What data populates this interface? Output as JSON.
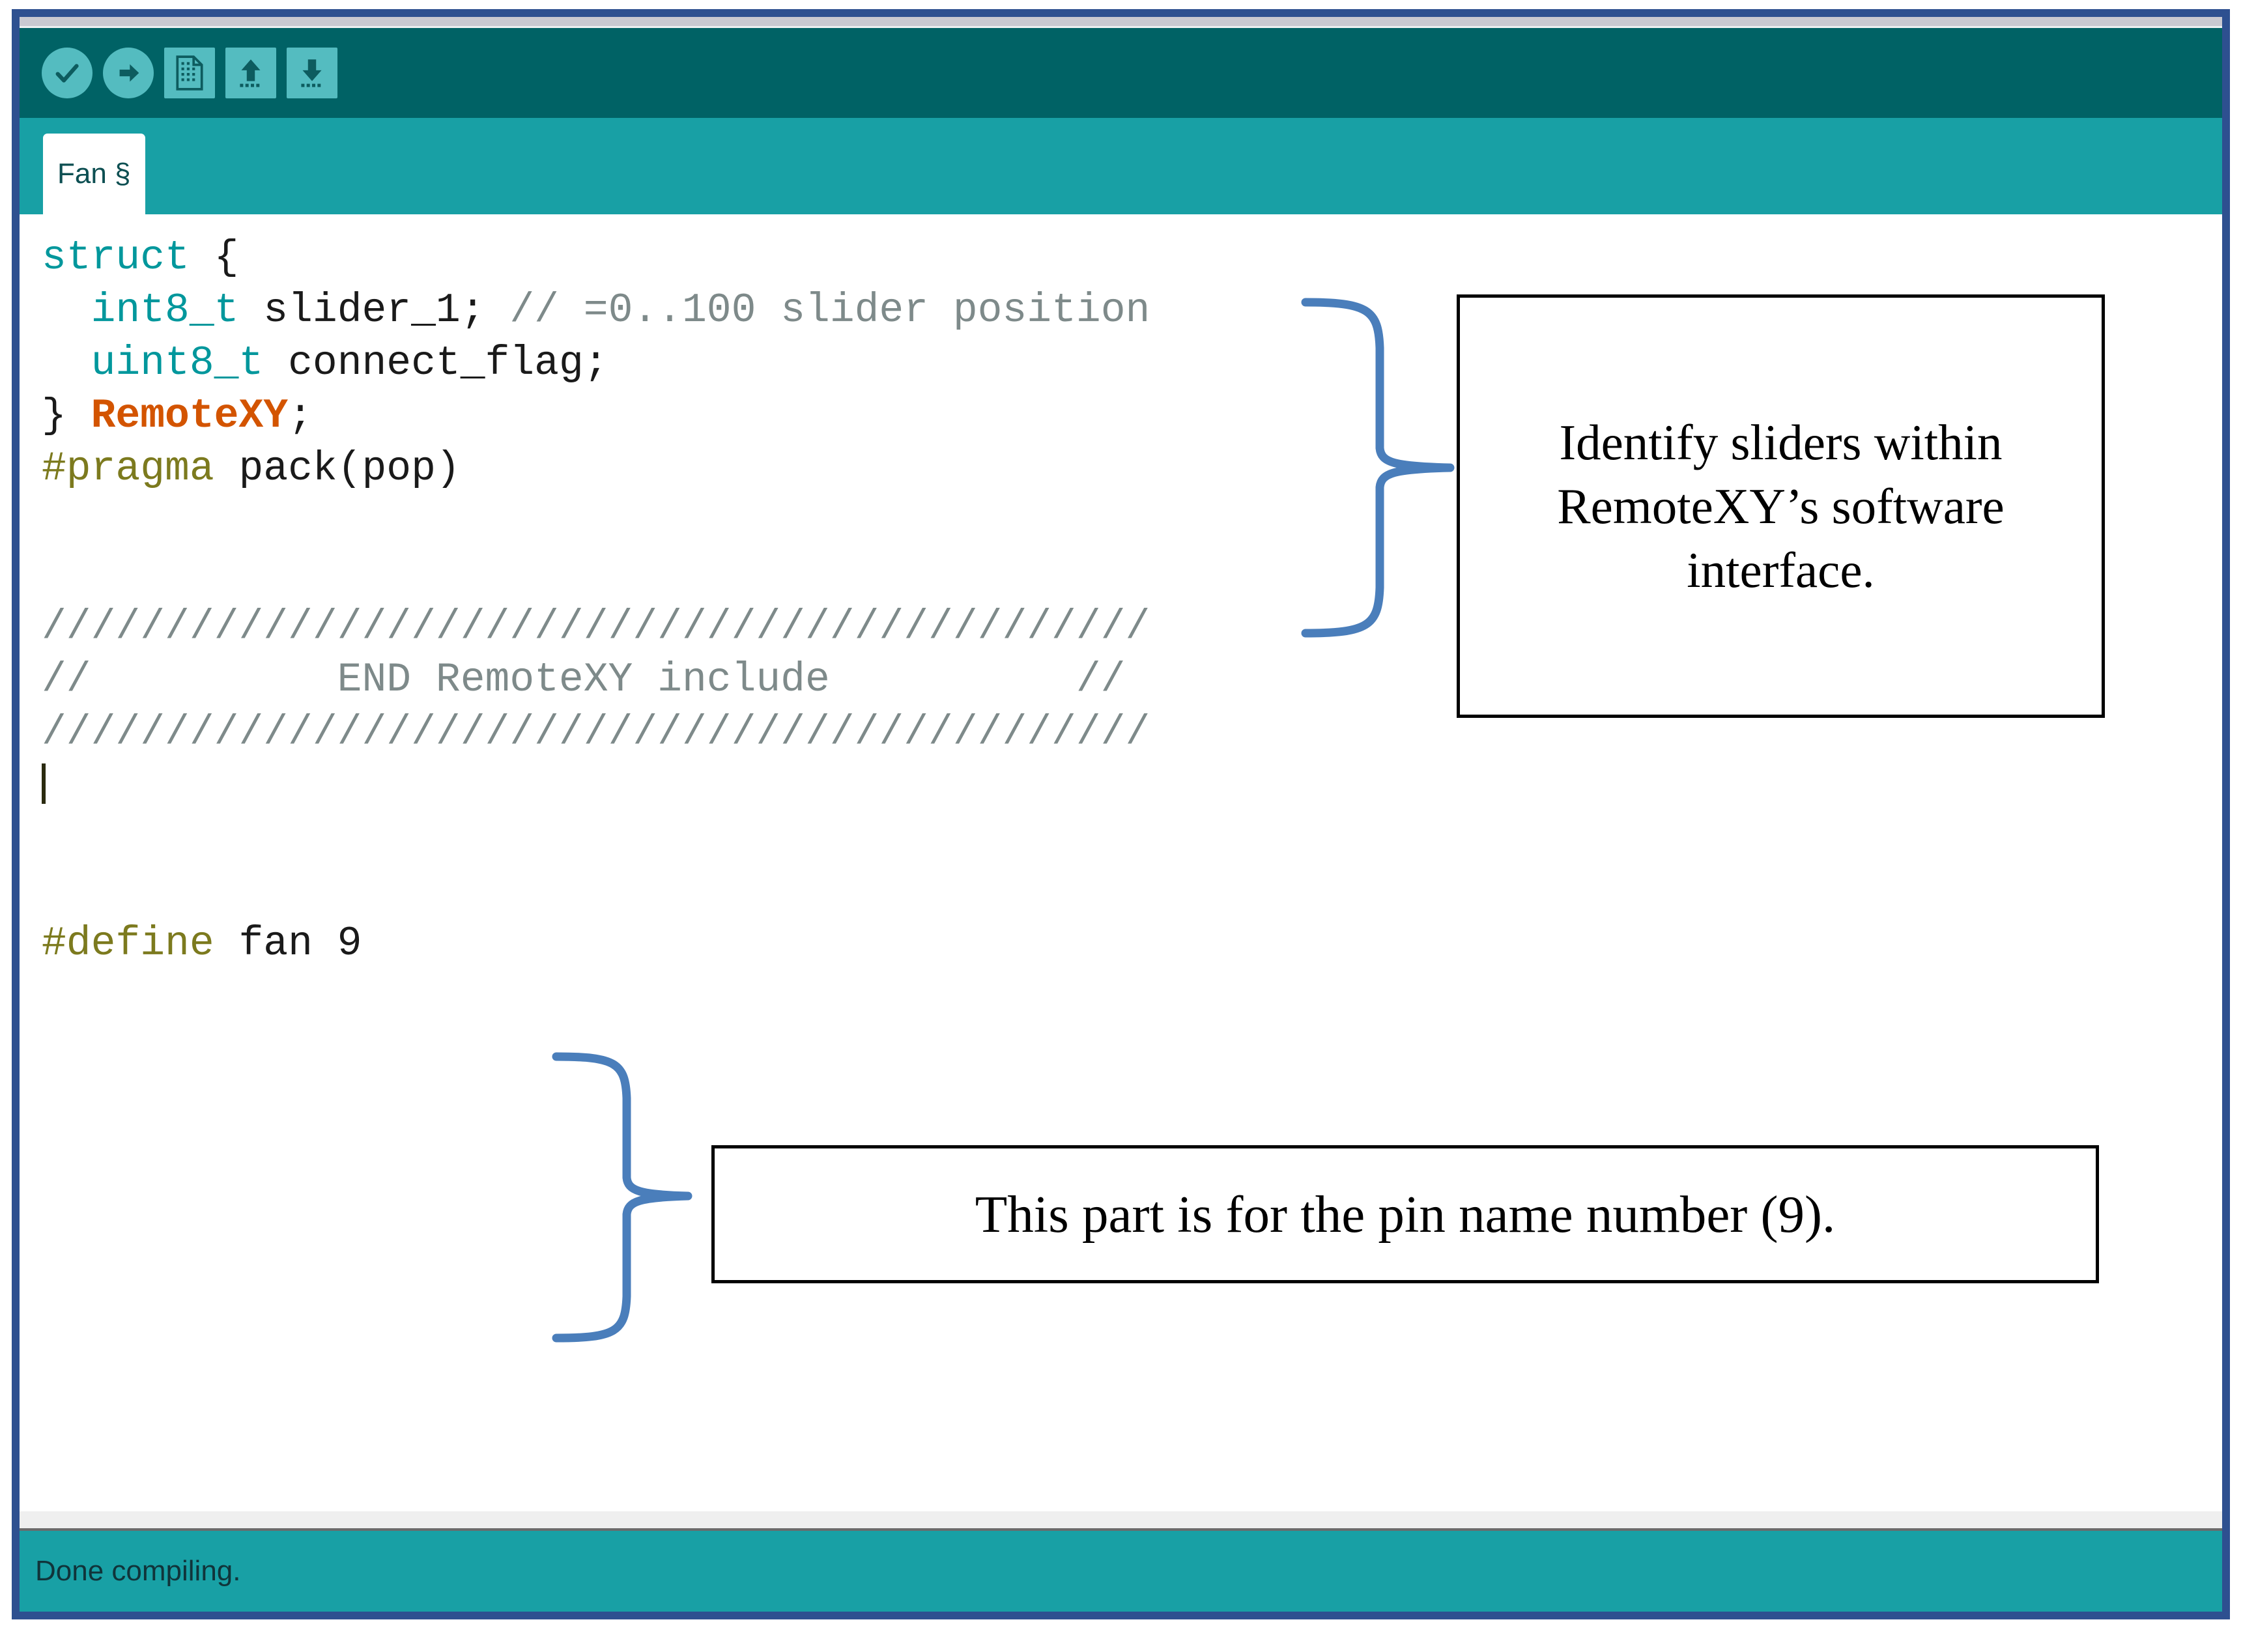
{
  "window": {
    "border_color": "#2e5090",
    "toolbar_bg": "#006265",
    "tabbar_bg": "#18a0a5",
    "accent": "#54bcc0"
  },
  "toolbar": {
    "buttons": [
      {
        "name": "verify-compile-button",
        "icon": "check-icon",
        "tooltip": "Verify"
      },
      {
        "name": "upload-button",
        "icon": "arrow-right-icon",
        "tooltip": "Upload"
      },
      {
        "name": "new-sketch-button",
        "icon": "new-file-icon",
        "tooltip": "New"
      },
      {
        "name": "open-sketch-button",
        "icon": "arrow-up-icon",
        "tooltip": "Open"
      },
      {
        "name": "save-sketch-button",
        "icon": "arrow-down-icon",
        "tooltip": "Save"
      }
    ]
  },
  "tabs": [
    {
      "label": "Fan §"
    }
  ],
  "editor": {
    "lines": [
      [
        {
          "t": "struct",
          "c": "kw"
        },
        {
          "t": " {",
          "c": "plain"
        }
      ],
      [
        {
          "t": "  ",
          "c": "plain"
        },
        {
          "t": "int8_t",
          "c": "kw"
        },
        {
          "t": " slider_1; ",
          "c": "plain"
        },
        {
          "t": "// =0..100 slider position",
          "c": "comment"
        }
      ],
      [
        {
          "t": "  ",
          "c": "plain"
        },
        {
          "t": "uint8_t",
          "c": "kw"
        },
        {
          "t": " connect_flag;",
          "c": "plain"
        }
      ],
      [
        {
          "t": "} ",
          "c": "plain"
        },
        {
          "t": "RemoteXY",
          "c": "rxy"
        },
        {
          "t": ";",
          "c": "plain"
        }
      ],
      [
        {
          "t": "#pragma",
          "c": "pre"
        },
        {
          "t": " pack(pop)",
          "c": "plain"
        }
      ],
      [
        {
          "t": "",
          "c": "plain"
        }
      ],
      [
        {
          "t": "",
          "c": "plain"
        }
      ],
      [
        {
          "t": "/////////////////////////////////////////////",
          "c": "comment"
        }
      ],
      [
        {
          "t": "//          END RemoteXY include          //",
          "c": "comment"
        }
      ],
      [
        {
          "t": "/////////////////////////////////////////////",
          "c": "comment"
        }
      ],
      [
        {
          "t": "",
          "c": "caret"
        }
      ],
      [
        {
          "t": "",
          "c": "plain"
        }
      ],
      [
        {
          "t": "",
          "c": "plain"
        }
      ],
      [
        {
          "t": "#define",
          "c": "pre"
        },
        {
          "t": " fan 9",
          "c": "plain"
        }
      ]
    ]
  },
  "annotations": [
    {
      "name": "callout-sliders",
      "text": "Identify sliders within RemoteXY’s software interface."
    },
    {
      "name": "callout-pin",
      "text": "This part is for the pin name number (9)."
    }
  ],
  "status": {
    "message": "Done compiling."
  }
}
